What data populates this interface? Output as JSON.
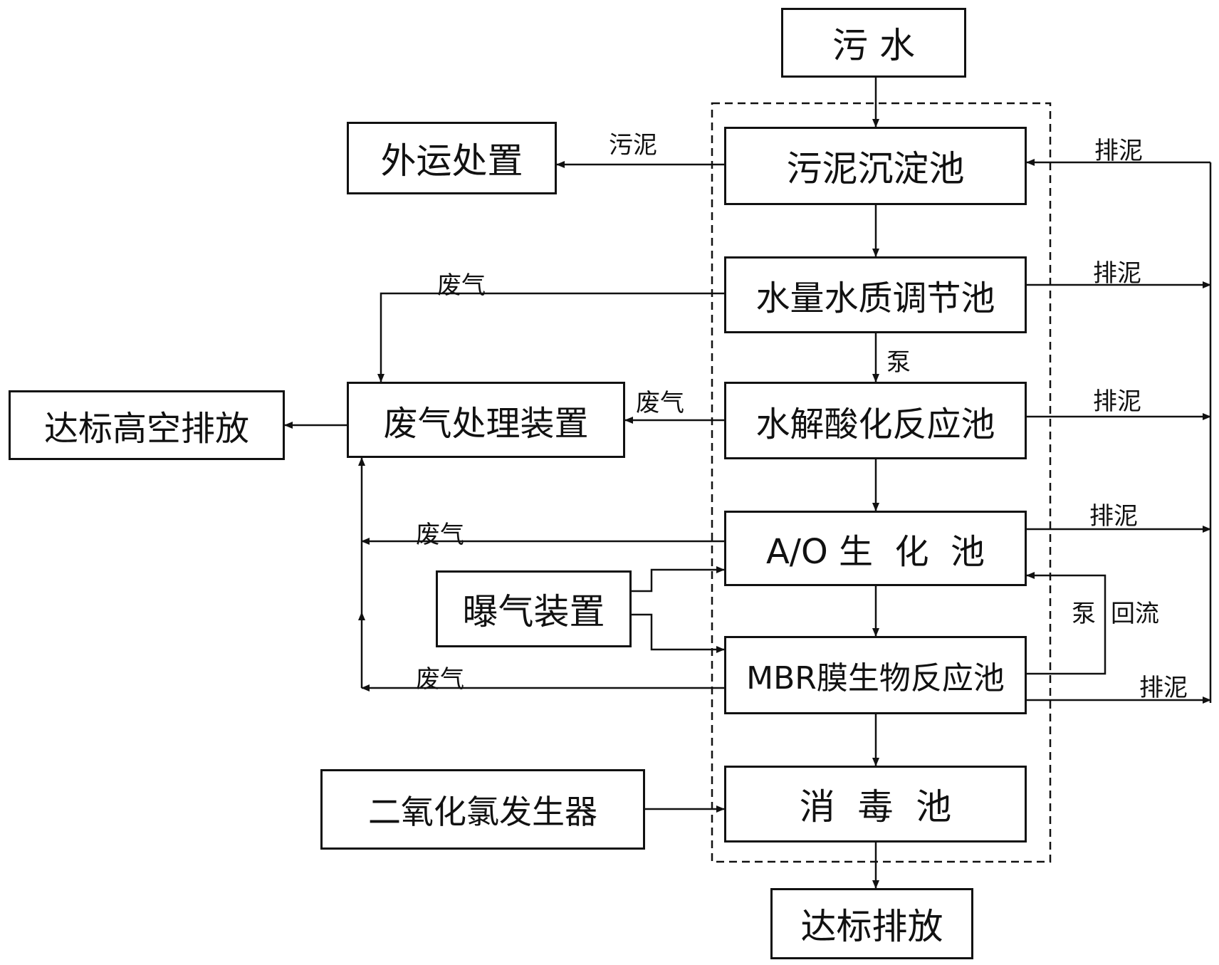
{
  "nodes": {
    "sewage": "污 水",
    "sludge_settling": "污泥沉淀池",
    "offsite_disposal": "外运处置",
    "equalization": "水量水质调节池",
    "hydrolysis": "水解酸化反应池",
    "ao": "A/O 生  化  池",
    "mbr": "MBR膜生物反应池",
    "disinfection": "消  毒  池",
    "discharge": "达标排放",
    "waste_gas_treatment": "废气处理装置",
    "high_altitude_discharge": "达标高空排放",
    "aeration": "曝气装置",
    "chlorine_dioxide": "二氧化氯发生器"
  },
  "labels": {
    "sludge": "污泥",
    "sludge_discharge": "排泥",
    "waste_gas": "废气",
    "pump": "泵",
    "reflux": "回流"
  },
  "colors": {
    "line": "#111111",
    "background": "#ffffff"
  }
}
